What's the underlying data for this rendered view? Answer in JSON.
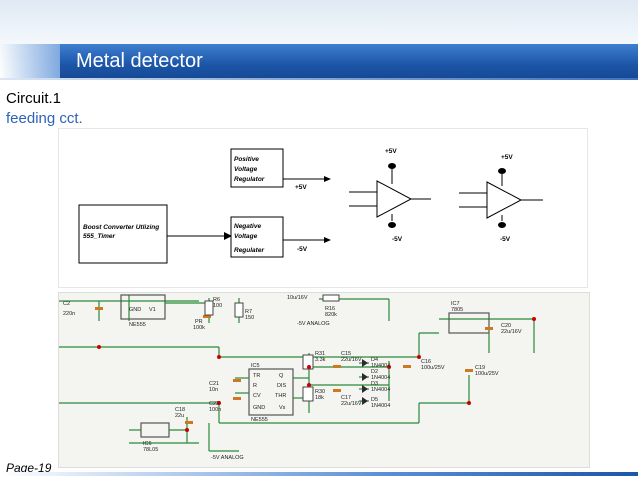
{
  "slide": {
    "title": "Metal detector",
    "subtitle": "Circuit.1",
    "caption": "feeding cct.",
    "page": "Page-19",
    "colors": {
      "title_bar": "#1d56a8",
      "caption_text": "#2e63b8",
      "wire": "#2a8a3a",
      "node": "#cc0000"
    }
  },
  "block_diagram": {
    "boost_box": [
      "Boost Converter Utlizing",
      "555_Timer"
    ],
    "positive_box": [
      "Positive",
      "Voltage",
      "Regulator"
    ],
    "negative_box": [
      "Negative",
      "Voltage",
      "Regulater"
    ],
    "plus5": "+5V",
    "minus5": "-5V",
    "amp1_top": "+5V",
    "amp1_bottom": "-5V",
    "amp2_top": "+5V",
    "amp2_bottom": "-5V"
  },
  "schematic_labels": {
    "c2": "C2",
    "c2v": "220n",
    "ne555": "NE555",
    "gnd": "GND",
    "v1": "V1",
    "pr": "PR",
    "prv": "100k",
    "r6": "R6",
    "r6v": "100",
    "r7": "R7",
    "r7v": "150",
    "cap_top": "10u/16V",
    "r16": "R16",
    "r16v": "820k",
    "analog1": "-5V ANALOG",
    "ic7": "IC7",
    "ic7v": "7805",
    "c20": "C20",
    "c20v": "22u/16V",
    "ic5": "IC5",
    "ne555b": "NE555",
    "tr": "TR",
    "q": "Q",
    "r": "R",
    "dis": "DIS",
    "cv": "CV",
    "thr": "THR",
    "gndb": "GND",
    "vcc": "Vs",
    "c21": "C21",
    "c21v": "10n",
    "c22": "C22",
    "c22v": "100n",
    "r31": "R31",
    "r31v": "3.3k",
    "r30": "R30",
    "r30v": "18k",
    "c15": "C15",
    "c15v": "22u/16V",
    "c17": "C17",
    "c17v": "22u/16V",
    "d4": "D4",
    "d4v": "1N4004",
    "d2": "D2",
    "d2v": "1N4004",
    "d3": "D3",
    "d3v": "1N4004",
    "d5": "D5",
    "d5v": "1N4004",
    "c16": "C16",
    "c16v": "100u/25V",
    "c19": "C19",
    "c19v": "100u/25V",
    "c18": "C18",
    "c18v": "22u",
    "ic6": "IC6",
    "ic6v": "78L05",
    "analog2": "-5V ANALOG"
  }
}
